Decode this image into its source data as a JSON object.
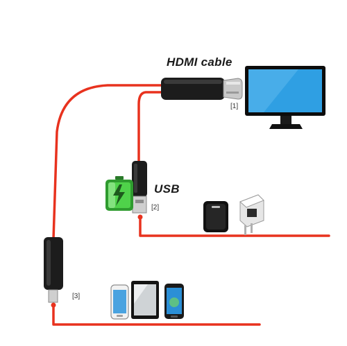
{
  "labels": {
    "hdmi_cable": "HDMI cable",
    "usb": "USB",
    "marker_1": "[1]",
    "marker_2": "[2]",
    "marker_3": "[3]"
  },
  "colors": {
    "cable_red": "#e8321e",
    "plug_black": "#1c1c1c",
    "metal": "#c9c9c9",
    "screen_blue": "#2f9fe3",
    "battery_green": "#3cc43a"
  },
  "icons": {
    "monitor": "monitor-icon",
    "battery": "battery-icon",
    "charger": "power-bank-icon",
    "wall_adapter": "wall-adapter-icon",
    "phone_white": "smartphone-icon",
    "tablet": "tablet-icon",
    "phone_black": "smartphone-icon"
  }
}
